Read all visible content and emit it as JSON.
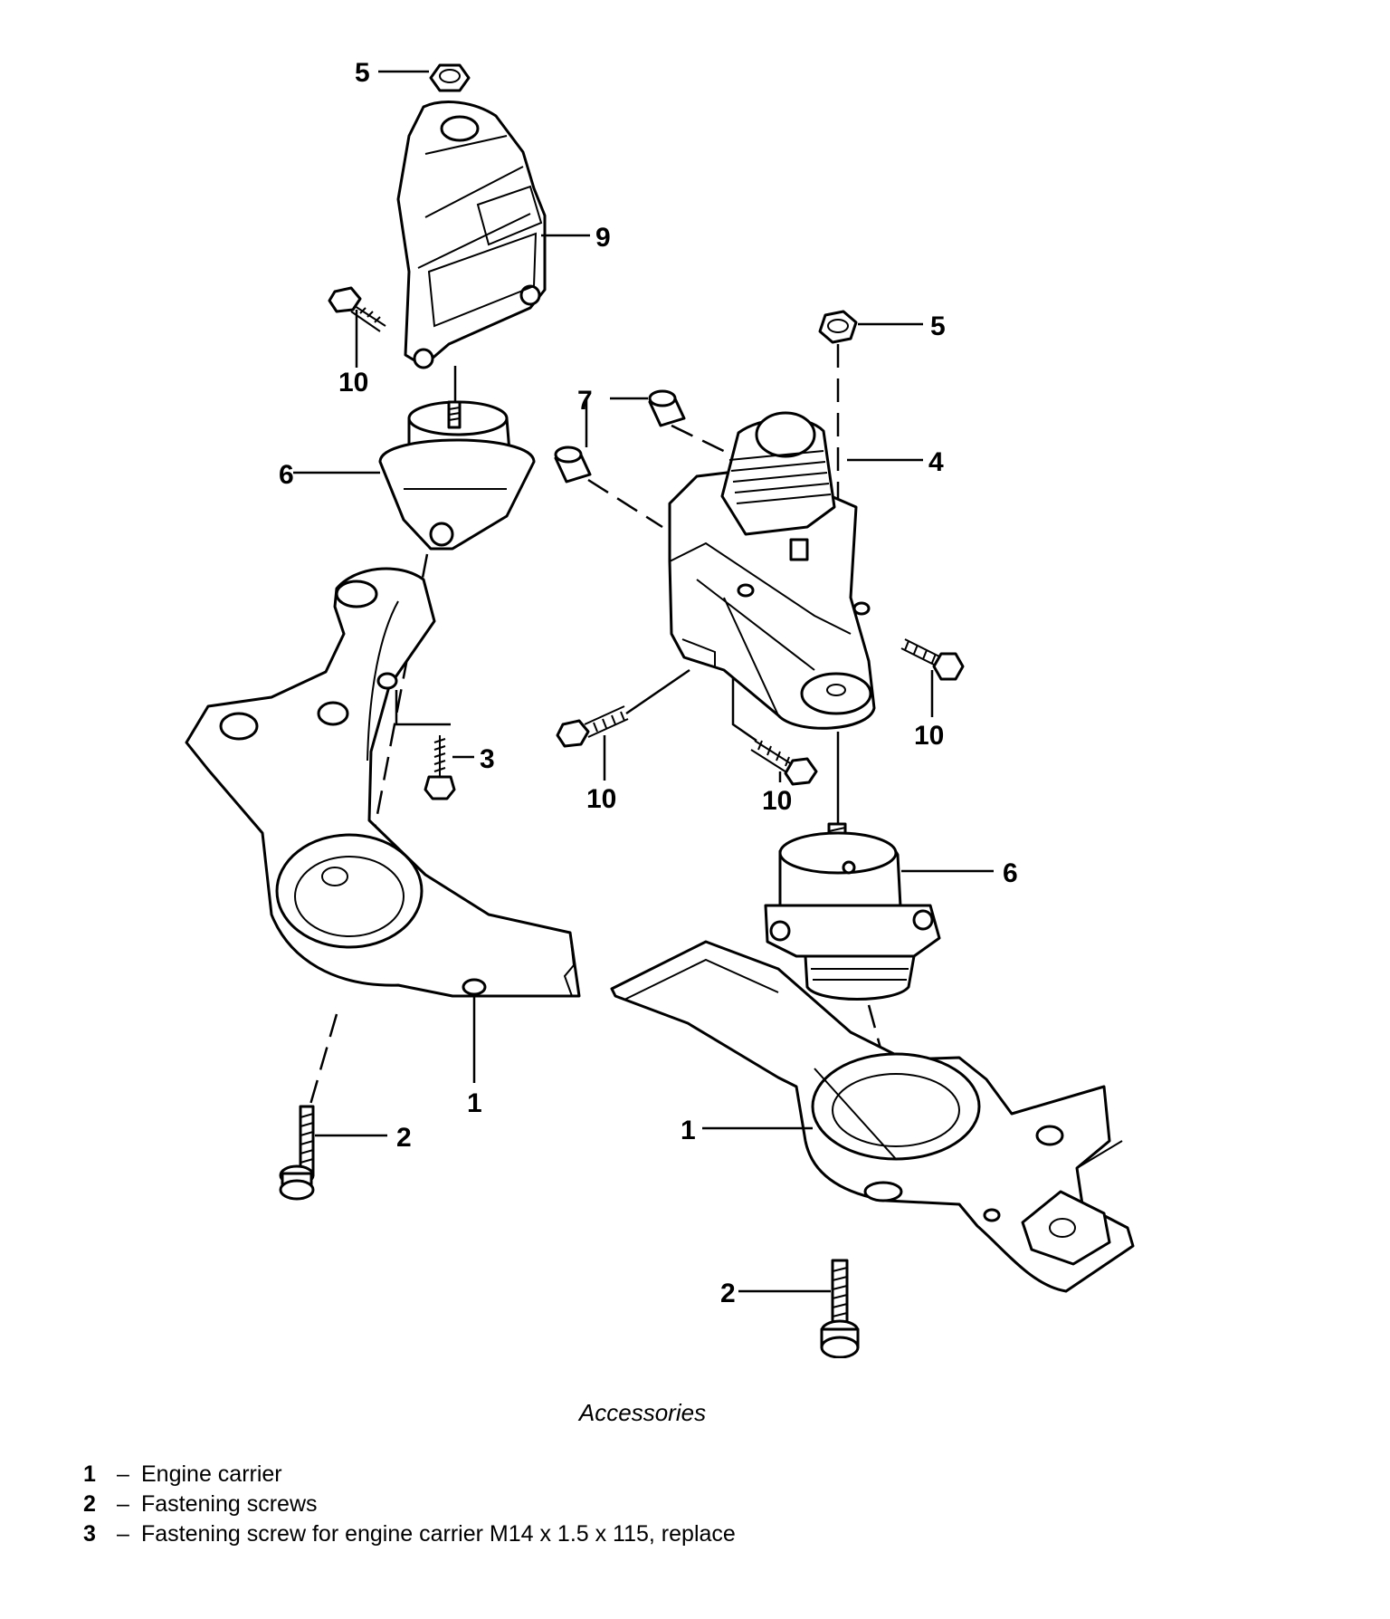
{
  "callouts": {
    "left_top_nut": "5",
    "left_bracket": "9",
    "left_bolt": "10",
    "left_mount": "6",
    "left_screw": "3",
    "left_carrier": "1",
    "left_fastening_screw": "2",
    "right_top_nut": "5",
    "right_sleeve": "7",
    "right_bracket": "4",
    "right_bolt_a": "10",
    "right_bolt_b": "10",
    "right_bolt_c": "10",
    "right_mount": "6",
    "right_carrier": "1",
    "right_fastening_screw": "2"
  },
  "caption": "Accessories",
  "legend": [
    {
      "num": "1",
      "dash": "–",
      "text": "Engine carrier"
    },
    {
      "num": "2",
      "dash": "–",
      "text": "Fastening screws"
    },
    {
      "num": "3",
      "dash": "–",
      "text": "Fastening screw for engine carrier M14 x 1.5 x 115, replace"
    }
  ]
}
